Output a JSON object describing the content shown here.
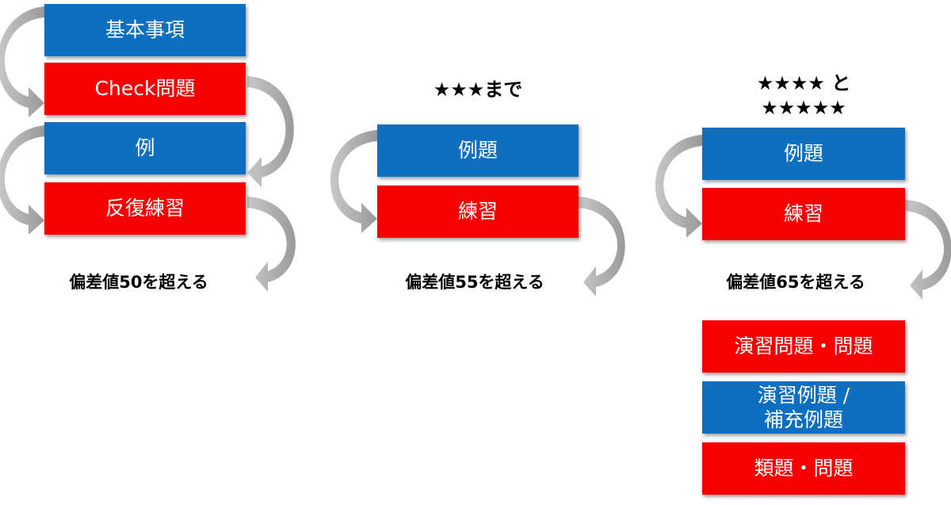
{
  "colors": {
    "blue": "#0e6fc1",
    "red": "#f70000",
    "arrow": "#b4b4b4"
  },
  "column1": {
    "boxes": [
      {
        "label": "基本事項",
        "color": "blue"
      },
      {
        "label": "Check問題",
        "color": "red"
      },
      {
        "label": "例",
        "color": "blue"
      },
      {
        "label": "反復練習",
        "color": "red"
      }
    ],
    "caption": "偏差値50を超える"
  },
  "column2": {
    "stars": "★★★まで",
    "boxes": [
      {
        "label": "例題",
        "color": "blue"
      },
      {
        "label": "練習",
        "color": "red"
      }
    ],
    "caption": "偏差値55を超える"
  },
  "column3": {
    "stars": "★★★★ と\n★★★★★",
    "boxes": [
      {
        "label": "例題",
        "color": "blue"
      },
      {
        "label": "練習",
        "color": "red"
      }
    ],
    "caption": "偏差値65を超える",
    "extra_boxes": [
      {
        "label": "演習問題・問題",
        "color": "red"
      },
      {
        "label": "演習例題 /\n補充例題",
        "color": "blue"
      },
      {
        "label": "類題・問題",
        "color": "red"
      }
    ]
  }
}
